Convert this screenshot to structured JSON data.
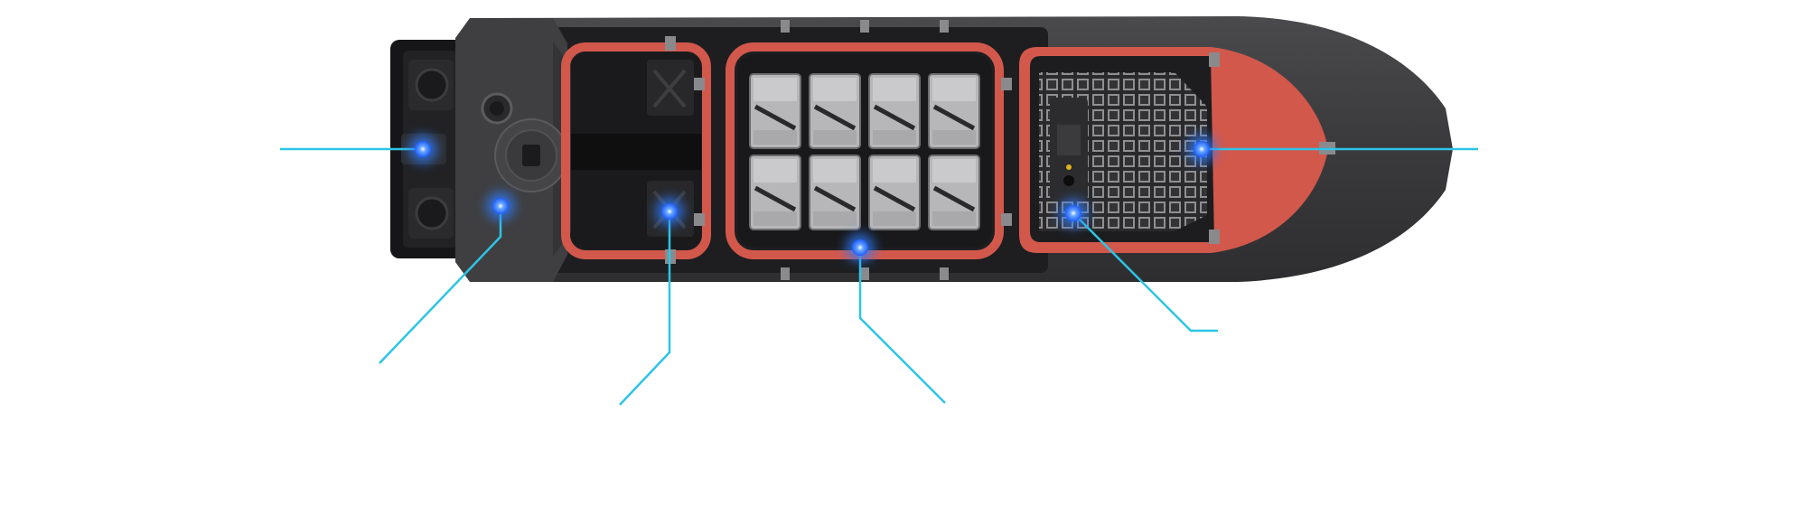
{
  "colors": {
    "background": "#ffffff",
    "hull_dark": "#3b3b3d",
    "hull_mid": "#48484a",
    "deck_black": "#1c1c1e",
    "accent_red": "#d2584c",
    "grate": "#9a9a9c",
    "battery": "#b9b9bb",
    "callout_line": "#2ec4e6",
    "hotspot": "#2f7bff"
  },
  "hotspots": [
    {
      "id": "stern-thrusters",
      "icon": "hotspot-dot"
    },
    {
      "id": "aft-deck-hatch",
      "icon": "hotspot-dot"
    },
    {
      "id": "aft-compartment",
      "icon": "hotspot-dot"
    },
    {
      "id": "battery-bay",
      "icon": "hotspot-dot"
    },
    {
      "id": "forward-payload",
      "icon": "hotspot-dot"
    },
    {
      "id": "bow-sensor",
      "icon": "hotspot-dot"
    }
  ],
  "battery_modules": {
    "rows": 2,
    "columns": 4
  }
}
